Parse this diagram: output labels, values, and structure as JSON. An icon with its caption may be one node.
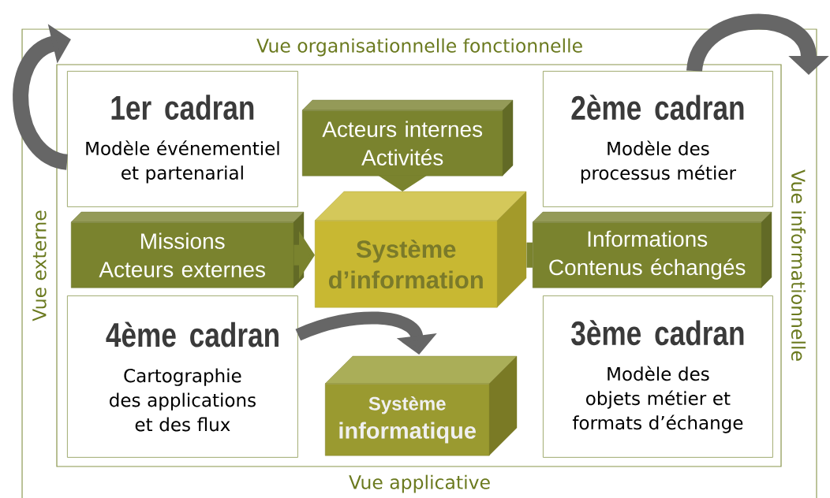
{
  "diagram": {
    "nodes": [
      {
        "text": [
          "1er cadran",
          "Modèle événementiel et partenarial"
        ]
      },
      {
        "text": [
          "Acteurs internes",
          "Activités"
        ]
      },
      {
        "text": [
          "2ème cadran",
          "Modèle des processus métier"
        ]
      },
      {
        "text": [
          "Missions",
          "Acteurs externes"
        ]
      },
      {
        "text": [
          "Système d’information"
        ]
      },
      {
        "text": [
          "Informations",
          "Contenus échangés"
        ]
      },
      {
        "text": [
          "4ème cadran",
          "Cartographie des applications et des flux"
        ]
      },
      {
        "text": [
          "Système",
          "informatique"
        ]
      },
      {
        "text": [
          "3ème cadran",
          "Modèle des objets métier et formats d’échange"
        ]
      }
    ],
    "edges": [
      {
        "from": 1,
        "to": 4,
        "arrow": "to",
        "color": "#7a832e"
      },
      {
        "from": 3,
        "to": 4,
        "arrow": "to",
        "color": "#7a832e"
      },
      {
        "from": 5,
        "to": 4,
        "arrow": "none",
        "color": "#7a832e"
      },
      {
        "from": 6,
        "to": 7,
        "arrow": "to",
        "color": "#666666"
      },
      {
        "from": 0,
        "to": null,
        "arrow": "to",
        "color": "#666666"
      },
      {
        "from": 2,
        "to": null,
        "arrow": "to",
        "color": "#666666"
      }
    ],
    "labels": [
      "Vue organisationnelle fonctionnelle",
      "Vue externe",
      "Vue informationnelle",
      "Vue applicative"
    ]
  }
}
